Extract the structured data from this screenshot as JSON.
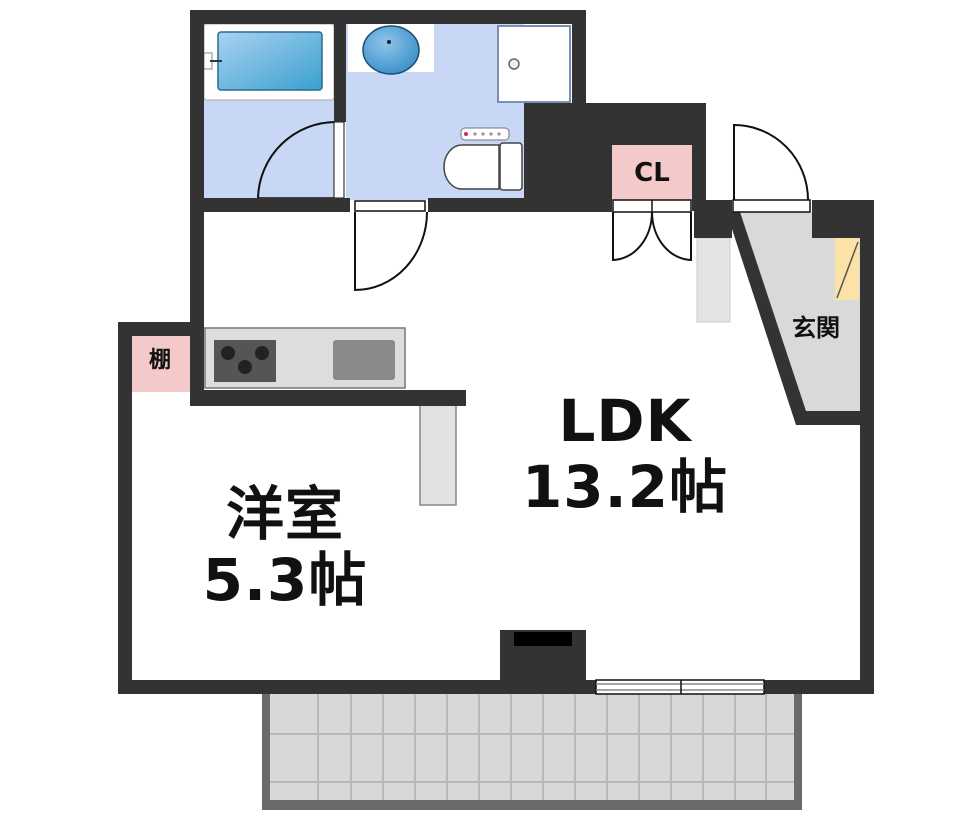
{
  "floor_plan": {
    "rooms": [
      {
        "id": "ldk",
        "name": "LDK",
        "size": "13.2帖"
      },
      {
        "id": "western_room",
        "name": "洋室",
        "size": "5.3帖"
      },
      {
        "id": "entrance",
        "name": "玄関"
      },
      {
        "id": "closet",
        "name": "CL"
      },
      {
        "id": "shelf",
        "name": "棚"
      },
      {
        "id": "bathroom",
        "name": ""
      },
      {
        "id": "washroom_toilet",
        "name": ""
      },
      {
        "id": "balcony",
        "name": ""
      }
    ],
    "colors": {
      "wall": "#333333",
      "wet_area": "#c7d7f5",
      "closet": "#f4c9c9",
      "entrance_floor": "#d9d9d9",
      "balcony_floor": "#d8d8d8",
      "shoe_box": "#fbe3a8",
      "floor": "#ffffff"
    }
  }
}
